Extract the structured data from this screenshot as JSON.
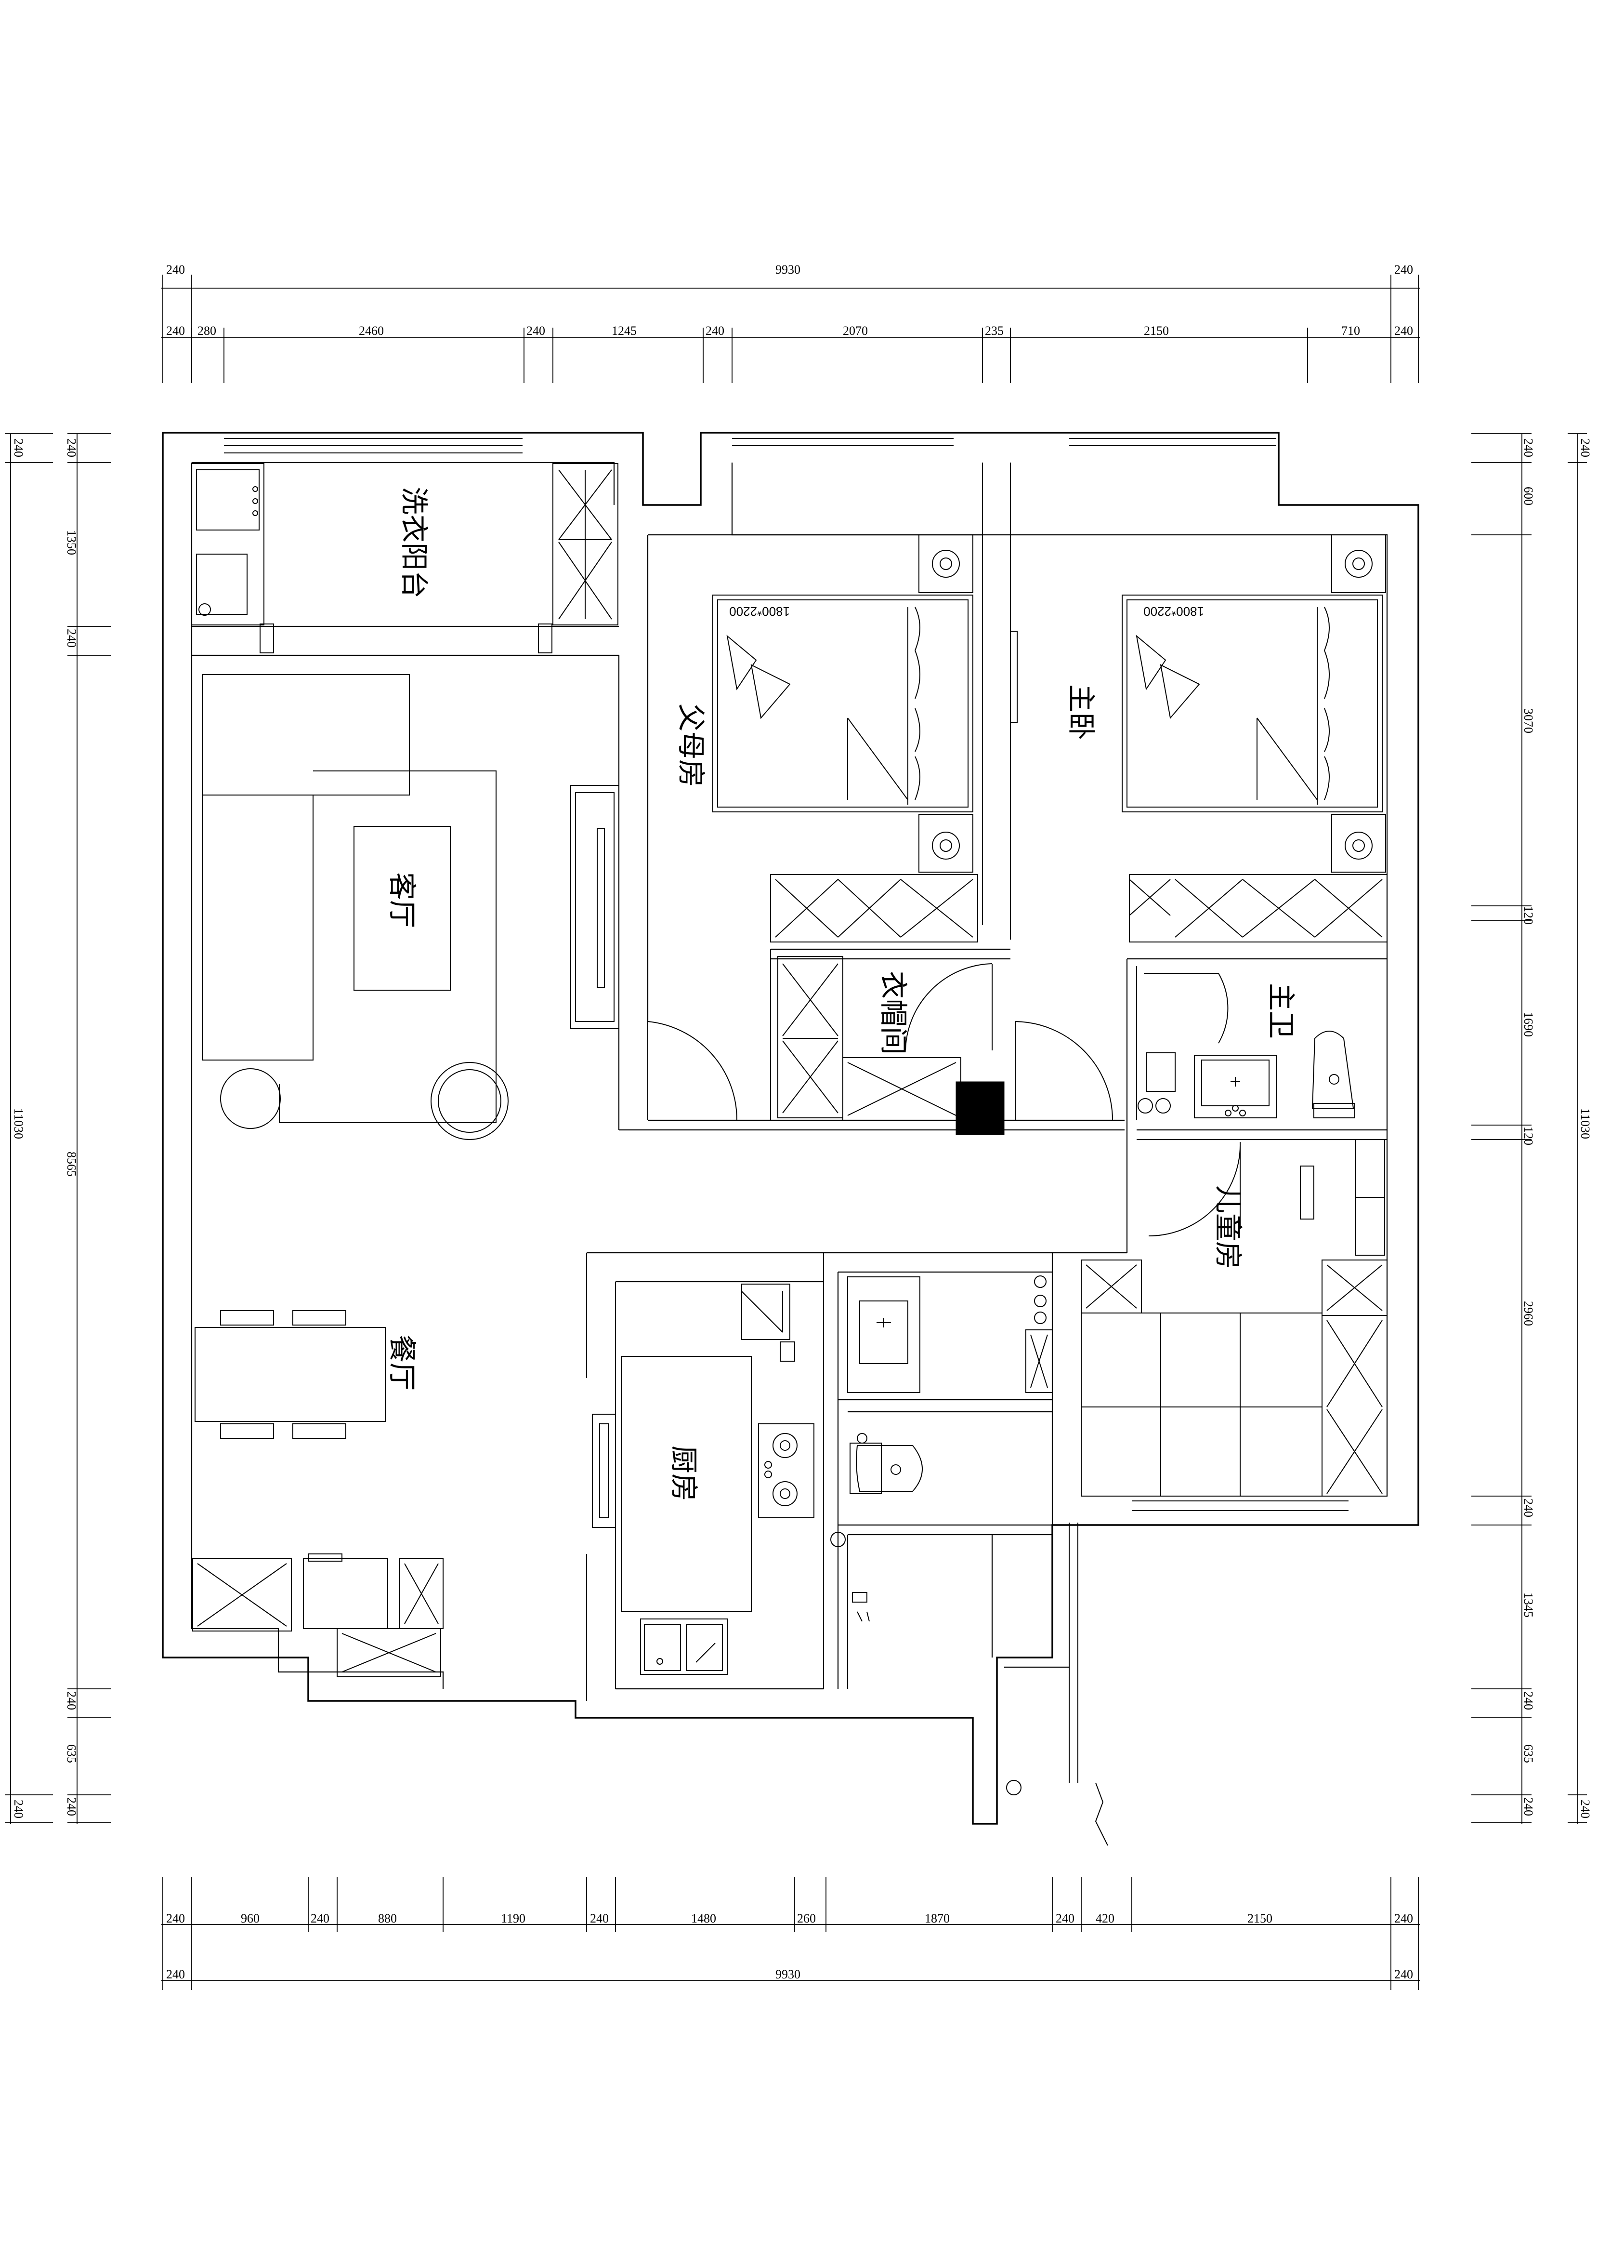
{
  "rooms": {
    "laundry_balcony": "洗衣阳台",
    "parents_room": "父母房",
    "master_bedroom": "主卧",
    "living_room": "客厅",
    "cloakroom": "衣帽间",
    "master_bath": "主卫",
    "children_room": "儿童房",
    "dining_room": "餐厅",
    "kitchen": "厨房"
  },
  "bed_labels": {
    "parents_bed": "1800*2200",
    "master_bed": "1800*2200"
  },
  "dimensions": {
    "top_total": [
      "240",
      "9930",
      "240"
    ],
    "top_segments": [
      "240",
      "280",
      "2460",
      "240",
      "1245",
      "240",
      "2070",
      "235",
      "2150",
      "710",
      "240"
    ],
    "bottom_segments": [
      "240",
      "960",
      "240",
      "880",
      "1190",
      "240",
      "1480",
      "260",
      "1870",
      "240",
      "420",
      "2150",
      "240"
    ],
    "bottom_total": [
      "240",
      "9930",
      "240"
    ],
    "left_outer": [
      "240",
      "11030",
      "240"
    ],
    "left_inner": [
      "240",
      "1350",
      "240",
      "8565",
      "240",
      "635",
      "240"
    ],
    "right_inner": [
      "240",
      "600",
      "3070",
      "120",
      "1690",
      "120",
      "2960",
      "240",
      "1345",
      "240",
      "635",
      "240"
    ],
    "right_outer": [
      "240",
      "11030",
      "240"
    ]
  }
}
